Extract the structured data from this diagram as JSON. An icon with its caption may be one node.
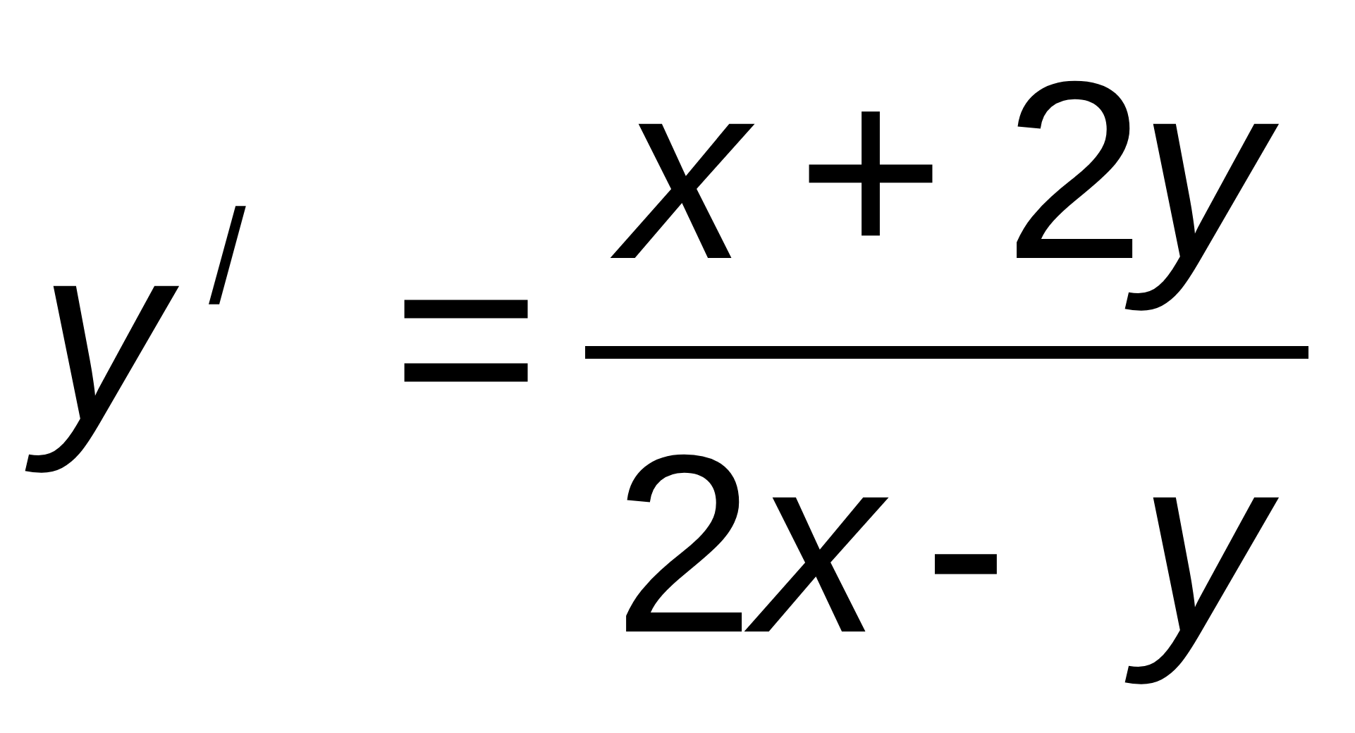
{
  "diagram": {
    "labels": [
      "y",
      "/",
      "=",
      "x",
      "+",
      "2",
      "y",
      "2",
      "x",
      "-",
      "y"
    ]
  }
}
